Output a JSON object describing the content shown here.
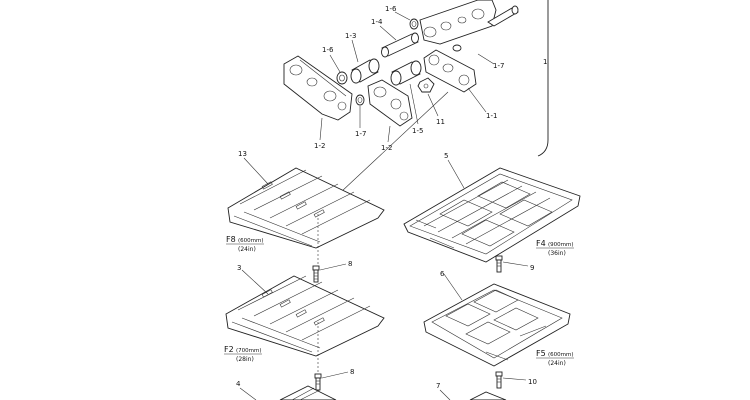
{
  "labels": {
    "l1": "1",
    "l1_1": "1-1",
    "l1_2a": "1-2",
    "l1_2b": "1-2",
    "l1_3": "1-3",
    "l1_4": "1-4",
    "l1_5": "1-5",
    "l1_6a": "1-6",
    "l1_6b": "1-6",
    "l1_7a": "1-7",
    "l1_7b": "1-7",
    "l3": "3",
    "l4": "4",
    "l5": "5",
    "l6": "6",
    "l7": "7",
    "l8a": "8",
    "l8b": "8",
    "l9": "9",
    "l10": "10",
    "l11": "11",
    "l13": "13"
  },
  "captions": {
    "f8": {
      "code": "F8",
      "size": "(600mm)",
      "sub": "(24in)"
    },
    "f2": {
      "code": "F2",
      "size": "(700mm)",
      "sub": "(28in)"
    },
    "f4": {
      "code": "F4",
      "size": "(900mm)",
      "sub": "(36in)"
    },
    "f5": {
      "code": "F5",
      "size": "(600mm)",
      "sub": "(24in)"
    }
  }
}
